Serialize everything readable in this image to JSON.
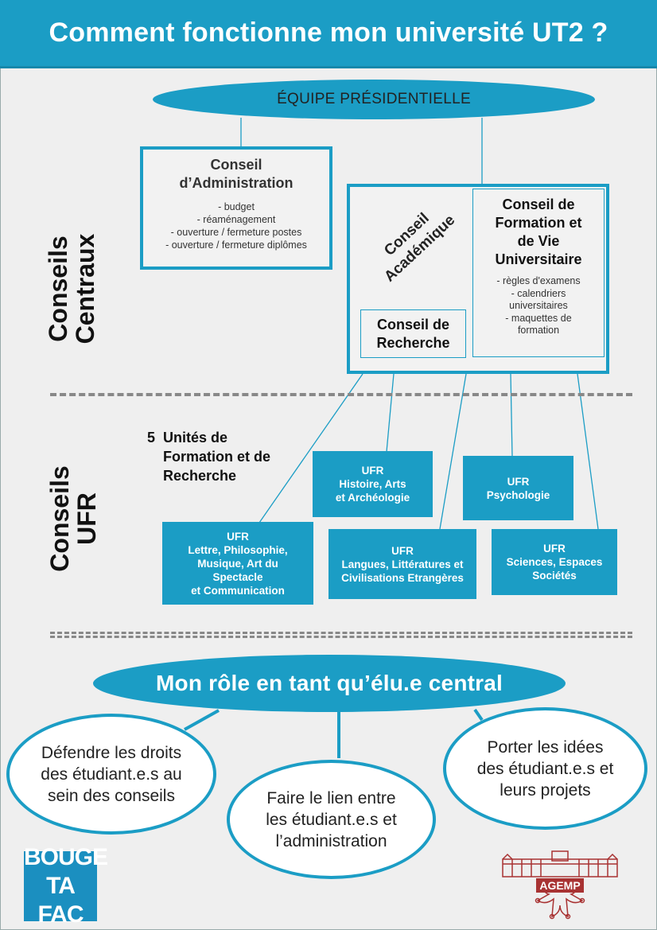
{
  "header": {
    "title": "Comment fonctionne mon université UT2 ?"
  },
  "presidency": {
    "label": "ÉQUIPE PRÉSIDENTIELLE"
  },
  "sections": {
    "central": "Conseils\nCentraux",
    "ufr": "Conseils\nUFR"
  },
  "conseil_administration": {
    "title": "Conseil\nd’Administration",
    "items": [
      "- budget",
      "- réaménagement",
      "- ouverture / fermeture postes",
      "- ouverture / fermeture diplômes"
    ]
  },
  "conseil_academique": {
    "label": "Conseil\nAcadémique"
  },
  "cfvu": {
    "title": "Conseil de\nFormation et\nde Vie\nUniversitaire",
    "items": [
      "- règles d'examens",
      "- calendriers\nuniversitaires",
      "- maquettes de\nformation"
    ]
  },
  "conseil_recherche": {
    "title": "Conseil de\nRecherche"
  },
  "units": {
    "number": "5",
    "label": "Unités de\nFormation et de\nRecherche"
  },
  "ufr_list": [
    {
      "name": "UFR\nHistoire, Arts\net Archéologie"
    },
    {
      "name": "UFR\nPsychologie"
    },
    {
      "name": "UFR\nLettre, Philosophie,\nMusique, Art du\nSpectacle\net Communication"
    },
    {
      "name": "UFR\nLangues, Littératures et\nCivilisations Etrangères"
    },
    {
      "name": "UFR\nSciences, Espaces\nSociétés"
    }
  ],
  "role": {
    "title": "Mon rôle en tant qu’élu.e central",
    "items": [
      "Défendre les droits\ndes étudiant.e.s au\nsein des conseils",
      "Faire le lien entre\nles étudiant.e.s et\nl’administration",
      "Porter les idées\ndes étudiant.e.s et\nleurs projets"
    ]
  },
  "logos": {
    "bouge_ta_fac": "BOUGE\nTA FAC",
    "agemp": "AGEMP"
  },
  "colors": {
    "primary": "#1b9dc5",
    "agemp_red": "#a83232"
  }
}
